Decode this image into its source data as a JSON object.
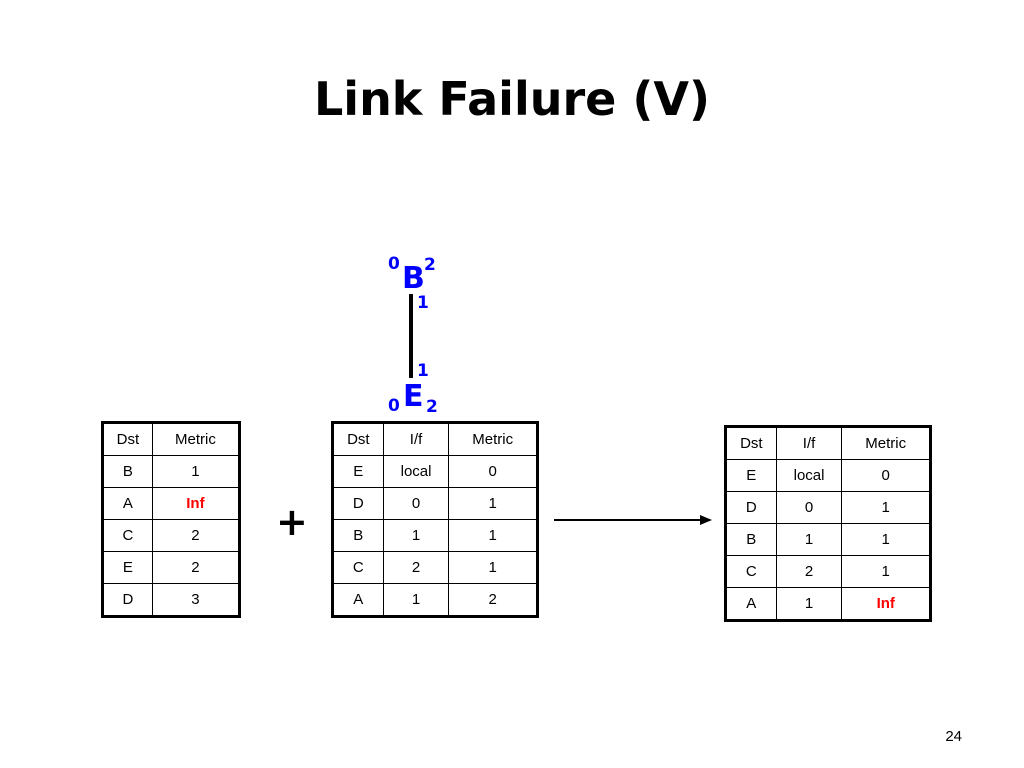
{
  "slide": {
    "title": "Link Failure (V)",
    "page_number": "24",
    "operator": "+"
  },
  "diagram": {
    "node_b": {
      "name": "B",
      "port_left": "0",
      "port_right": "2",
      "port_bottom": "1"
    },
    "node_e": {
      "name": "E",
      "port_left": "0",
      "port_right": "2",
      "port_top": "1"
    }
  },
  "colors": {
    "node_label": "#0000ff",
    "inf_value": "#ff0000"
  },
  "table_left": {
    "headers": [
      "Dst",
      "Metric"
    ],
    "rows": [
      [
        "B",
        "1"
      ],
      [
        "A",
        "Inf"
      ],
      [
        "C",
        "2"
      ],
      [
        "E",
        "2"
      ],
      [
        "D",
        "3"
      ]
    ]
  },
  "table_middle": {
    "headers": [
      "Dst",
      "I/f",
      "Metric"
    ],
    "rows": [
      [
        "E",
        "local",
        "0"
      ],
      [
        "D",
        "0",
        "1"
      ],
      [
        "B",
        "1",
        "1"
      ],
      [
        "C",
        "2",
        "1"
      ],
      [
        "A",
        "1",
        "2"
      ]
    ]
  },
  "table_right": {
    "headers": [
      "Dst",
      "I/f",
      "Metric"
    ],
    "rows": [
      [
        "E",
        "local",
        "0"
      ],
      [
        "D",
        "0",
        "1"
      ],
      [
        "B",
        "1",
        "1"
      ],
      [
        "C",
        "2",
        "1"
      ],
      [
        "A",
        "1",
        "Inf"
      ]
    ]
  }
}
